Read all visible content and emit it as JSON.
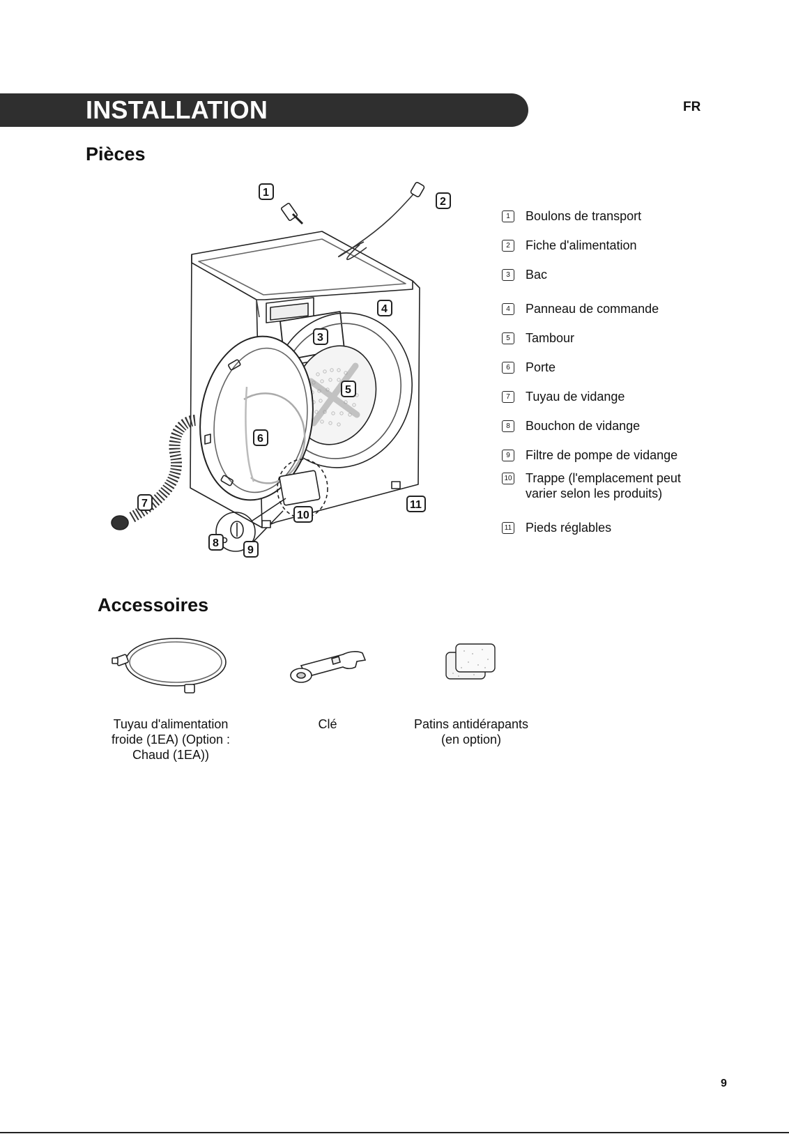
{
  "header": {
    "title": "INSTALLATION",
    "language": "FR"
  },
  "parts": {
    "heading": "Pièces",
    "items": [
      {
        "num": "1",
        "label": "Boulons de transport"
      },
      {
        "num": "2",
        "label": "Fiche d'alimentation"
      },
      {
        "num": "3",
        "label": "Bac"
      },
      {
        "num": "4",
        "label": "Panneau de commande"
      },
      {
        "num": "5",
        "label": "Tambour"
      },
      {
        "num": "6",
        "label": "Porte"
      },
      {
        "num": "7",
        "label": "Tuyau de vidange"
      },
      {
        "num": "8",
        "label": "Bouchon de vidange"
      },
      {
        "num": "9",
        "label": "Filtre de pompe de vidange"
      },
      {
        "num": "10",
        "label": "Trappe (l'emplacement peut varier selon les produits)"
      },
      {
        "num": "11",
        "label": "Pieds réglables"
      }
    ]
  },
  "accessories": {
    "heading": "Accessoires",
    "items": [
      {
        "lines": [
          "Tuyau d'alimentation",
          "froide (1EA) (Option :",
          "Chaud (1EA))"
        ]
      },
      {
        "lines": [
          "Clé"
        ]
      },
      {
        "lines": [
          "Patins antidérapants",
          "(en option)"
        ]
      }
    ]
  },
  "footer": {
    "page_number": "9"
  }
}
